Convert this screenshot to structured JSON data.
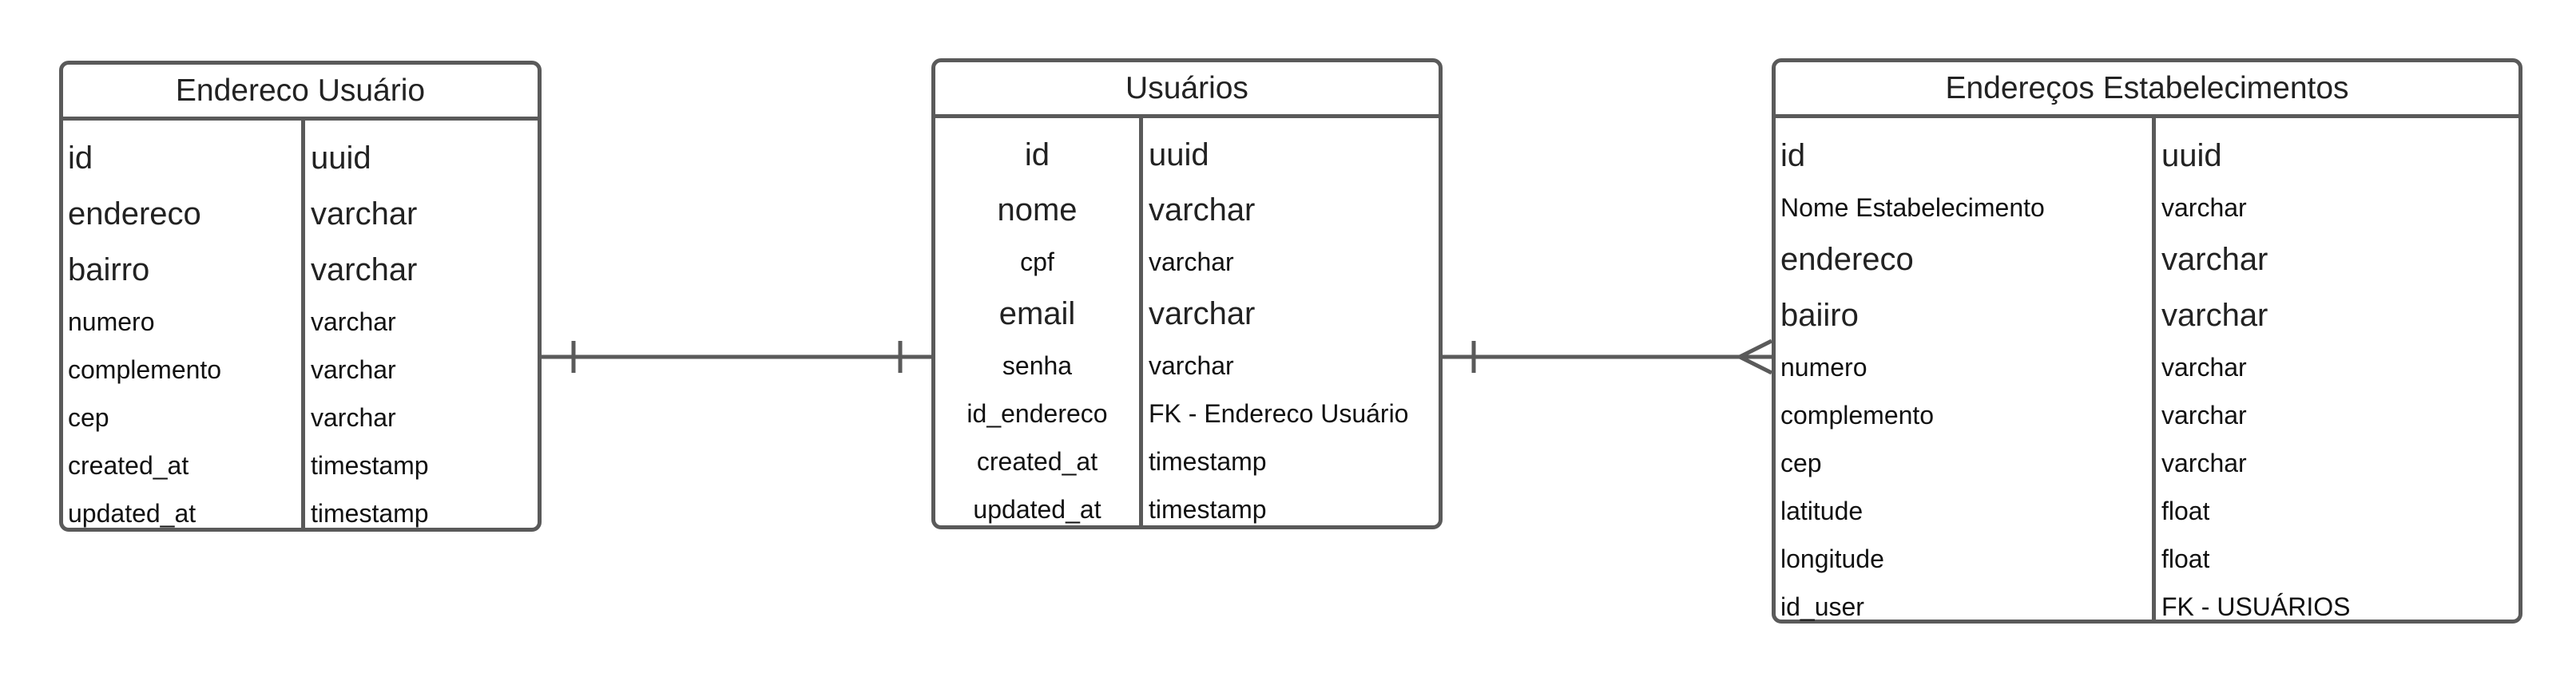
{
  "entities": {
    "endereco_usuario": {
      "title": "Endereco Usuário",
      "rows": [
        {
          "name": "id",
          "type": "uuid",
          "size": "big"
        },
        {
          "name": "endereco",
          "type": "varchar",
          "size": "big"
        },
        {
          "name": "bairro",
          "type": "varchar",
          "size": "big"
        },
        {
          "name": "numero",
          "type": "varchar",
          "size": "small"
        },
        {
          "name": "complemento",
          "type": "varchar",
          "size": "small"
        },
        {
          "name": "cep",
          "type": "varchar",
          "size": "small"
        },
        {
          "name": "created_at",
          "type": "timestamp",
          "size": "small"
        },
        {
          "name": "updated_at",
          "type": "timestamp",
          "size": "small"
        }
      ]
    },
    "usuarios": {
      "title": "Usuários",
      "rows": [
        {
          "name": "id",
          "type": "uuid",
          "size": "big"
        },
        {
          "name": "nome",
          "type": "varchar",
          "size": "big"
        },
        {
          "name": "cpf",
          "type": "varchar",
          "size": "small"
        },
        {
          "name": "email",
          "type": "varchar",
          "size": "big"
        },
        {
          "name": "senha",
          "type": "varchar",
          "size": "small"
        },
        {
          "name": "id_endereco",
          "type": "FK - Endereco Usuário",
          "size": "small"
        },
        {
          "name": "created_at",
          "type": "timestamp",
          "size": "small"
        },
        {
          "name": "updated_at",
          "type": "timestamp",
          "size": "small"
        }
      ]
    },
    "enderecos_estabelecimentos": {
      "title": "Endereços Estabelecimentos",
      "rows": [
        {
          "name": "id",
          "type": "uuid",
          "size": "big"
        },
        {
          "name": "Nome Estabelecimento",
          "type": "varchar",
          "size": "small"
        },
        {
          "name": "endereco",
          "type": "varchar",
          "size": "big"
        },
        {
          "name": "baiiro",
          "type": "varchar",
          "size": "big"
        },
        {
          "name": "numero",
          "type": "varchar",
          "size": "small"
        },
        {
          "name": "complemento",
          "type": "varchar",
          "size": "small"
        },
        {
          "name": "cep",
          "type": "varchar",
          "size": "small"
        },
        {
          "name": "latitude",
          "type": "float",
          "size": "small"
        },
        {
          "name": "longitude",
          "type": "float",
          "size": "small"
        },
        {
          "name": "id_user",
          "type": "FK - USUÁRIOS",
          "size": "small"
        }
      ]
    }
  },
  "relationships": [
    {
      "from": "Endereco Usuário",
      "to": "Usuários",
      "cardinality": "one-to-one"
    },
    {
      "from": "Usuários",
      "to": "Endereços Estabelecimentos",
      "cardinality": "one-to-many"
    }
  ],
  "colors": {
    "border": "#5a5a5a",
    "text": "#111111",
    "background": "#ffffff"
  }
}
